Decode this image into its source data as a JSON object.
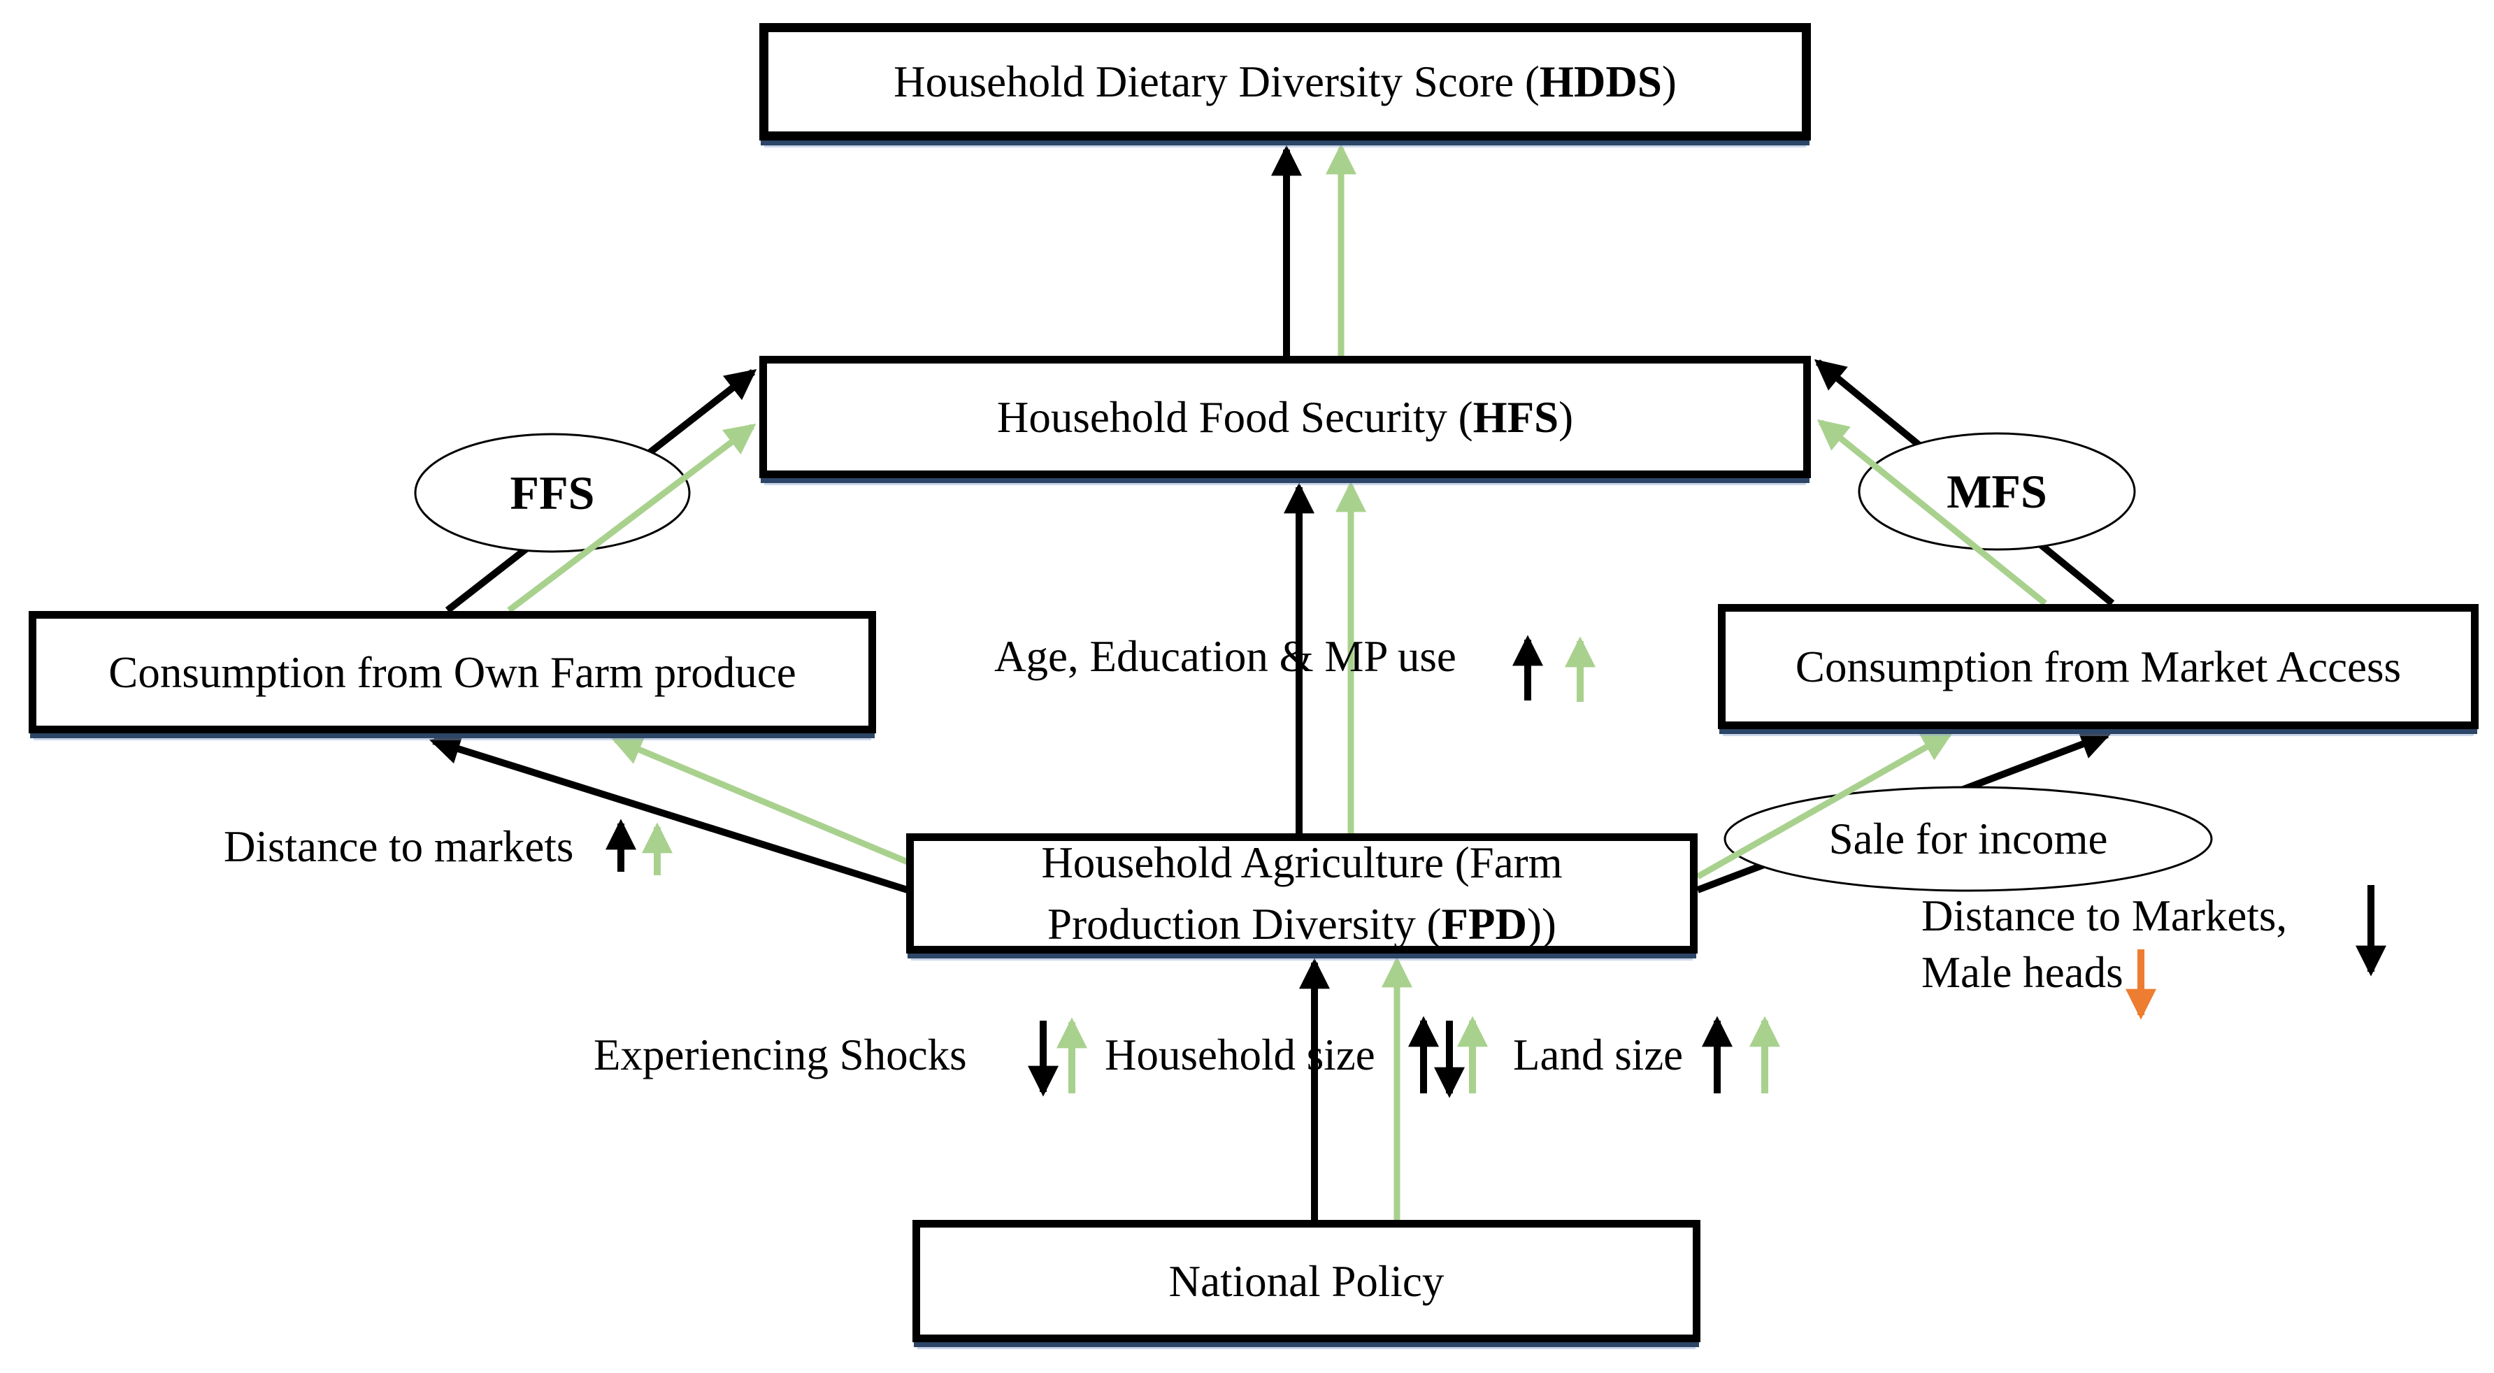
{
  "boxes": {
    "hdds": {
      "pre": "Household Dietary Diversity Score (",
      "acronym": "HDDS",
      "post": ")"
    },
    "hfs": {
      "pre": "Household Food Security (",
      "acronym": "HFS",
      "post": ")"
    },
    "own_farm": {
      "label": "Consumption from Own Farm produce"
    },
    "market": {
      "label": "Consumption from Market Access"
    },
    "fpd": {
      "line1": "Household Agriculture (Farm",
      "line2_pre": "Production Diversity (",
      "acronym": "FPD",
      "line2_post": "))"
    },
    "policy": {
      "label": "National Policy"
    }
  },
  "ellipses": {
    "ffs": {
      "label": "FFS"
    },
    "mfs": {
      "label": "MFS"
    },
    "sale": {
      "label": "Sale for income"
    }
  },
  "labels": {
    "age_education": "Age, Education & MP use",
    "distance_to_markets_left": "Distance to markets",
    "distance_to_markets_right": "Distance to Markets,",
    "male_heads": "Male heads",
    "experiencing_shocks": "Experiencing Shocks",
    "household_size": "Household size",
    "land_size": "Land size"
  },
  "colors": {
    "arrow_black": "#000000",
    "arrow_green": "#a9d18e",
    "arrow_orange": "#ed7d31",
    "box_shadow_navy": "#2d4668",
    "box_fill": "#ffffff"
  }
}
